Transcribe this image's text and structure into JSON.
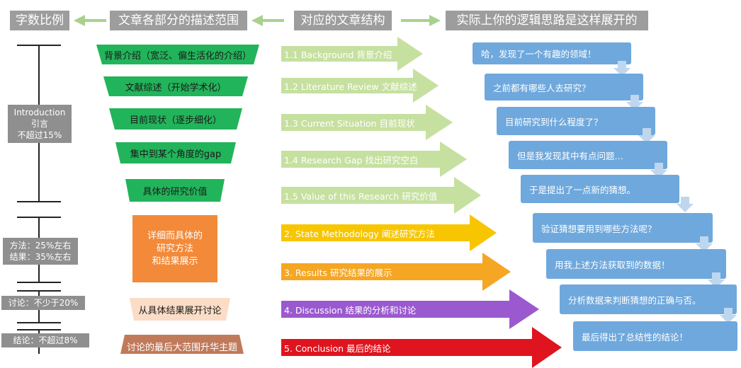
{
  "headers": {
    "word_ratio": "字数比例",
    "scope": "文章各部分的描述范围",
    "structure": "对应的文章结构",
    "logic": "实际上你的逻辑思路是这样展开的"
  },
  "ratios": {
    "intro": "Introduction\n引言\n不超过15%",
    "method_results": "方法：25%左右\n结果：35%左右",
    "discussion": "讨论：不少于20%",
    "conclusion": "结论：不超过8%"
  },
  "funnel": [
    "背景介绍（宽泛、偏生活化的介绍）",
    "文献综述（开始学术化）",
    "目前现状（逐步细化）",
    "集中到某个角度的gap",
    "具体的研究价值",
    "详细而具体的\n研究方法\n和结果展示",
    "从具体结果展开讨论",
    "讨论的最后大范围升华主题"
  ],
  "structure": [
    "1.1 Background 背景介绍",
    "1.2 Literature Review 文献综述",
    "1.3 Current Situation 目前现状",
    "1.4 Research Gap 找出研究空白",
    "1.5 Value of this Research 研究价值",
    "2. State Methodology 阐述研究方法",
    "3. Results 研究结果的展示",
    "4. Discussion 结果的分析和讨论",
    "5. Conclusion 最后的结论"
  ],
  "logic": [
    "哈，发现了一个有趣的领域！",
    "之前都有哪些人去研究？",
    "目前研究到什么程度了？",
    "但是我发现其中有点问题…",
    "于是提出了一点新的猜想。",
    "验证猜想要用到哪些方法呢？",
    "用我上述方法获取到的数据！",
    "分析数据来判断猜想的正确与否。",
    "最后得出了总结性的结论！"
  ],
  "colors": {
    "header_gray": "#9d9d9d",
    "arrow_green": "#a9d18e",
    "funnel_green": "#22b45a",
    "funnel_orange": "#f28a3a",
    "funnel_peach": "#fbdcc6",
    "funnel_brown": "#c07a5a",
    "structure_light_green": "#c6e0a0",
    "structure_yellow": "#f7c600",
    "structure_orange": "#f5a623",
    "structure_purple": "#9b59d0",
    "structure_red": "#e0141e",
    "bubble_blue": "#6fa8dc"
  }
}
